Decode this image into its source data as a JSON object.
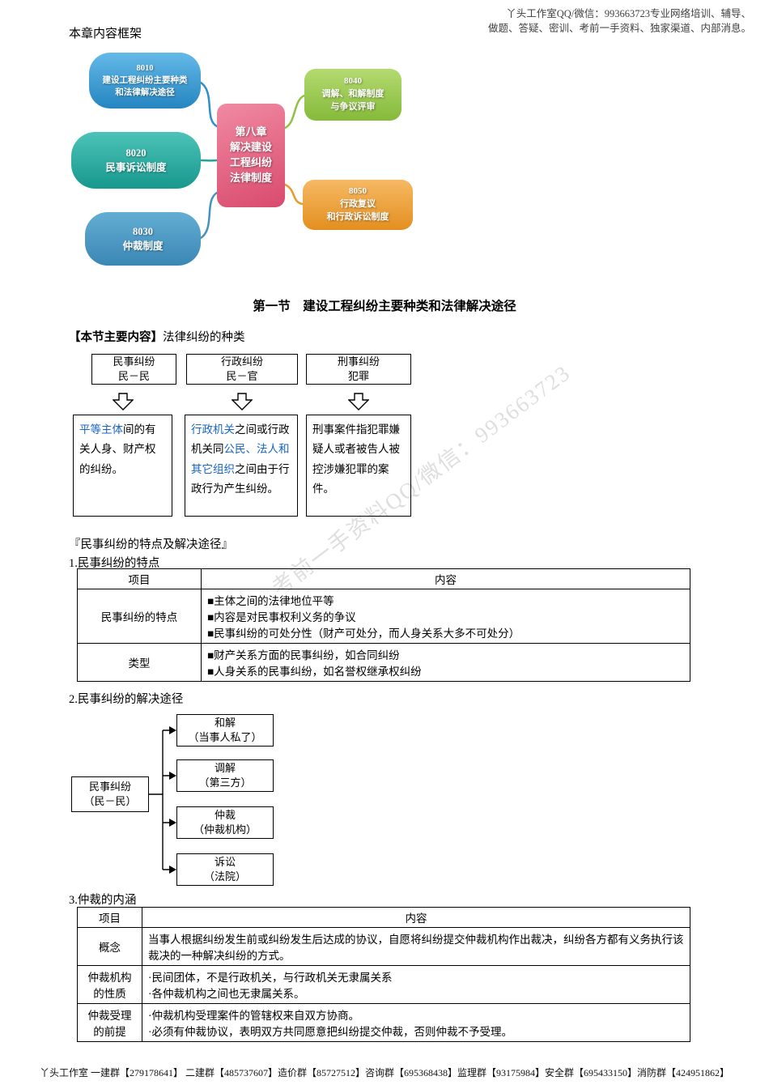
{
  "watermarks": {
    "header_line1": "丫头工作室QQ/微信：993663723专业网络培训、辅导、",
    "header_line2": "做题、答疑、密训、考前一手资料、独家渠道、内部消息。",
    "diagonal": "考前一手资料QQ/微信：993663723",
    "footer": "丫头工作室 一建群【279178641】 二建群【485737607】造价群【85727512】咨询群【695368438】监理群【93175984】安全群【695433150】消防群【424951862】"
  },
  "framework": {
    "heading": "本章内容框架",
    "center": "第八章\n解决建设\n工程纠纷\n法律制度",
    "nodes": {
      "n8010": "8010\n建设工程纠纷主要种类\n和法律解决途径",
      "n8020": "8020\n民事诉讼制度",
      "n8030": "8030\n仲裁制度",
      "n8040": "8040\n调解、和解制度\n与争议评审",
      "n8050": "8050\n行政复议\n和行政诉讼制度"
    }
  },
  "section1": {
    "title": "第一节　建设工程纠纷主要种类和法律解决途径",
    "intro_label": "【本节主要内容】",
    "intro_rest": "法律纠纷的种类",
    "kinds": [
      "民事纠纷\n民－民",
      "行政纠纷\n民－官",
      "刑事纠纷\n犯罪"
    ],
    "desc1": {
      "seg1": "平等主体",
      "seg2": "间的有关人身、财产权的纠纷。"
    },
    "desc2": {
      "seg1": "行政机关",
      "seg2": "之间或行政机关同",
      "seg3": "公民、法人和其它组织",
      "seg4": "之间由于行政行为产生纠纷。"
    },
    "desc3": "刑事案件指犯罪嫌疑人或者被告人被控涉嫌犯罪的案件。"
  },
  "civil": {
    "bracket_title": "『民事纠纷的特点及解决途径』",
    "point1_title": "1.民事纠纷的特点",
    "table1": {
      "col1": "项目",
      "col2": "内容",
      "r1_label": "民事纠纷的特点",
      "r1_content": "■主体之间的法律地位平等\n■内容是对民事权利义务的争议\n■民事纠纷的可处分性（财产可处分，而人身关系大多不可处分）",
      "r2_label": "类型",
      "r2_content": "■财产关系方面的民事纠纷，如合同纠纷\n■人身关系的民事纠纷，如名誉权继承权纠纷"
    },
    "point2_title": "2.民事纠纷的解决途径",
    "flow": {
      "root": "民事纠纷\n（民－民）",
      "b1": "和解\n（当事人私了）",
      "b2": "调解\n（第三方）",
      "b3": "仲裁\n（仲裁机构）",
      "b4": "诉讼\n（法院）"
    },
    "point3_title": "3.仲裁的内涵",
    "table2": {
      "col1": "项目",
      "col2": "内容",
      "r1_label": "概念",
      "r1_content": "当事人根据纠纷发生前或纠纷发生后达成的协议，自愿将纠纷提交仲裁机构作出裁决，纠纷各方都有义务执行该裁决的一种解决纠纷的方式。",
      "r2_label": "仲裁机构\n的性质",
      "r2_content": "·民间团体，不是行政机关，与行政机关无隶属关系\n·各仲裁机构之间也无隶属关系。",
      "r3_label": "仲裁受理\n的前提",
      "r3_content": "·仲裁机构受理案件的管辖权来自双方协商。\n·必须有仲裁协议，表明双方共同愿意把纠纷提交仲裁，否则仲裁不予受理。"
    }
  },
  "colors": {
    "node_8010": "#2585c0",
    "node_8020": "#17988d",
    "node_8030": "#3a87b4",
    "node_8040": "#85ba3a",
    "node_8050": "#e38f1f",
    "node_center": "#d94a6e",
    "highlight_blue": "#1866c4",
    "watermark_gray": "#c9c9c9"
  }
}
